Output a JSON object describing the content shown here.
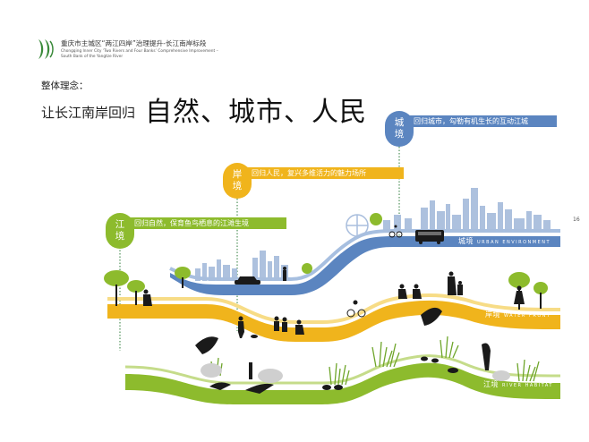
{
  "header": {
    "title": "重庆市主城区“两江四岸”治理提升-长江南岸标段",
    "subtitle_line1": "Chongqing Inner City ‘Two Rivers and Four Banks’ Comprehensive Improvement –",
    "subtitle_line2": "South Bank of the Yangtze River"
  },
  "section_label": "整体理念：",
  "headline": {
    "small": "让长江南岸回归",
    "large": "自然、城市、人民"
  },
  "page_number": "16",
  "themes": [
    {
      "badge": "江境",
      "caption": "回归自然，保育鱼鸟栖息的江滩生境",
      "color": "#8dbb2d"
    },
    {
      "badge": "岸境",
      "caption": "回归人民，复兴多维活力的魅力场所",
      "color": "#f0b41c"
    },
    {
      "badge": "城境",
      "caption": "回归城市，勾勒有机生长的互动江城",
      "color": "#5b85c0"
    }
  ],
  "bands": [
    {
      "zh": "城境",
      "en": "URBAN ENVIRONMENT"
    },
    {
      "zh": "岸境",
      "en": "WATER FRONT"
    },
    {
      "zh": "江境",
      "en": "RIVER HABITAT"
    }
  ],
  "colors": {
    "urban": "#5b85c0",
    "waterfront": "#f0b41c",
    "river": "#8dbb2d",
    "silhouette": "#1a1a1a",
    "logo": "#3a8a3a"
  }
}
